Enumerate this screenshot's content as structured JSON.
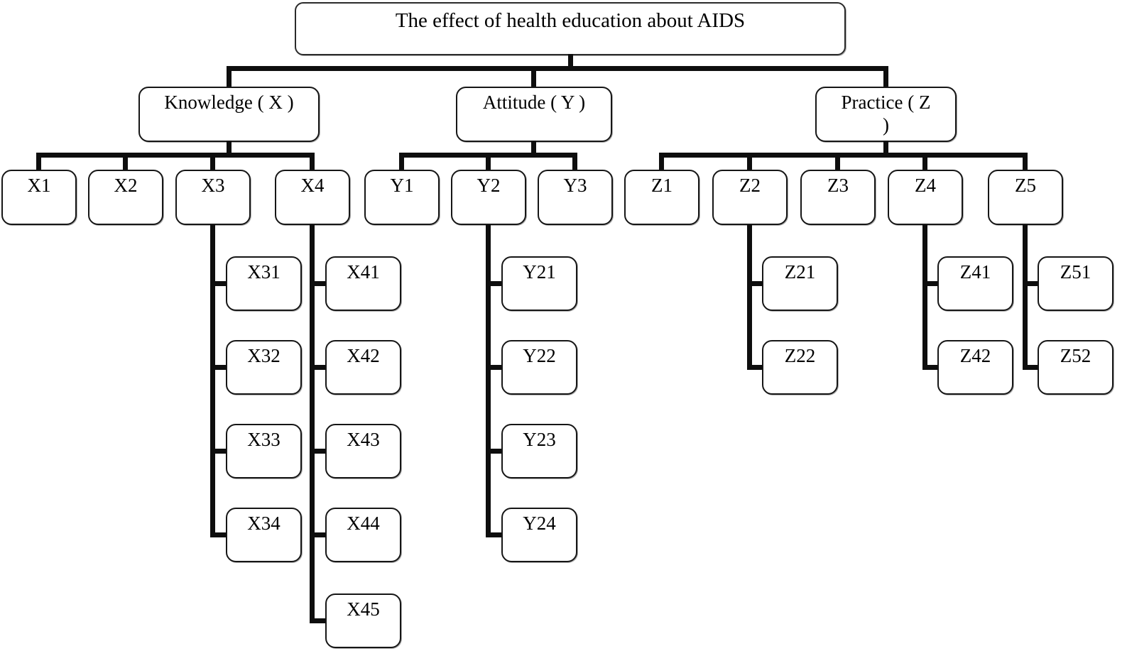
{
  "title": "The effect of health education about AIDS",
  "level1": {
    "knowledge": "Knowledge ( X )",
    "attitude": "Attitude ( Y )",
    "practice": "Practice ( Z\n)"
  },
  "labels": {
    "X1": "X1",
    "X2": "X2",
    "X3": "X3",
    "X4": "X4",
    "X31": "X31",
    "X32": "X32",
    "X33": "X33",
    "X34": "X34",
    "X41": "X41",
    "X42": "X42",
    "X43": "X43",
    "X44": "X44",
    "X45": "X45",
    "Y1": "Y1",
    "Y2": "Y2",
    "Y3": "Y3",
    "Y21": "Y21",
    "Y22": "Y22",
    "Y23": "Y23",
    "Y24": "Y24",
    "Z1": "Z1",
    "Z2": "Z2",
    "Z3": "Z3",
    "Z4": "Z4",
    "Z5": "Z5",
    "Z21": "Z21",
    "Z22": "Z22",
    "Z41": "Z41",
    "Z42": "Z42",
    "Z51": "Z51",
    "Z52": "Z52"
  },
  "hierarchy": {
    "root": "The effect of health education about AIDS",
    "Knowledge (X)": [
      "X1",
      "X2",
      "X3",
      "X4"
    ],
    "X3": [
      "X31",
      "X32",
      "X33",
      "X34"
    ],
    "X4": [
      "X41",
      "X42",
      "X43",
      "X44",
      "X45"
    ],
    "Attitude (Y)": [
      "Y1",
      "Y2",
      "Y3"
    ],
    "Y2": [
      "Y21",
      "Y22",
      "Y23",
      "Y24"
    ],
    "Practice (Z)": [
      "Z1",
      "Z2",
      "Z3",
      "Z4",
      "Z5"
    ],
    "Z2": [
      "Z21",
      "Z22"
    ],
    "Z4": [
      "Z41",
      "Z42"
    ],
    "Z5": [
      "Z51",
      "Z52"
    ]
  },
  "colors": {
    "background": "#ffffff",
    "box_fill": "#ffffff",
    "box_border": "#161616",
    "line": "#0e0e0e",
    "text": "#000000"
  }
}
